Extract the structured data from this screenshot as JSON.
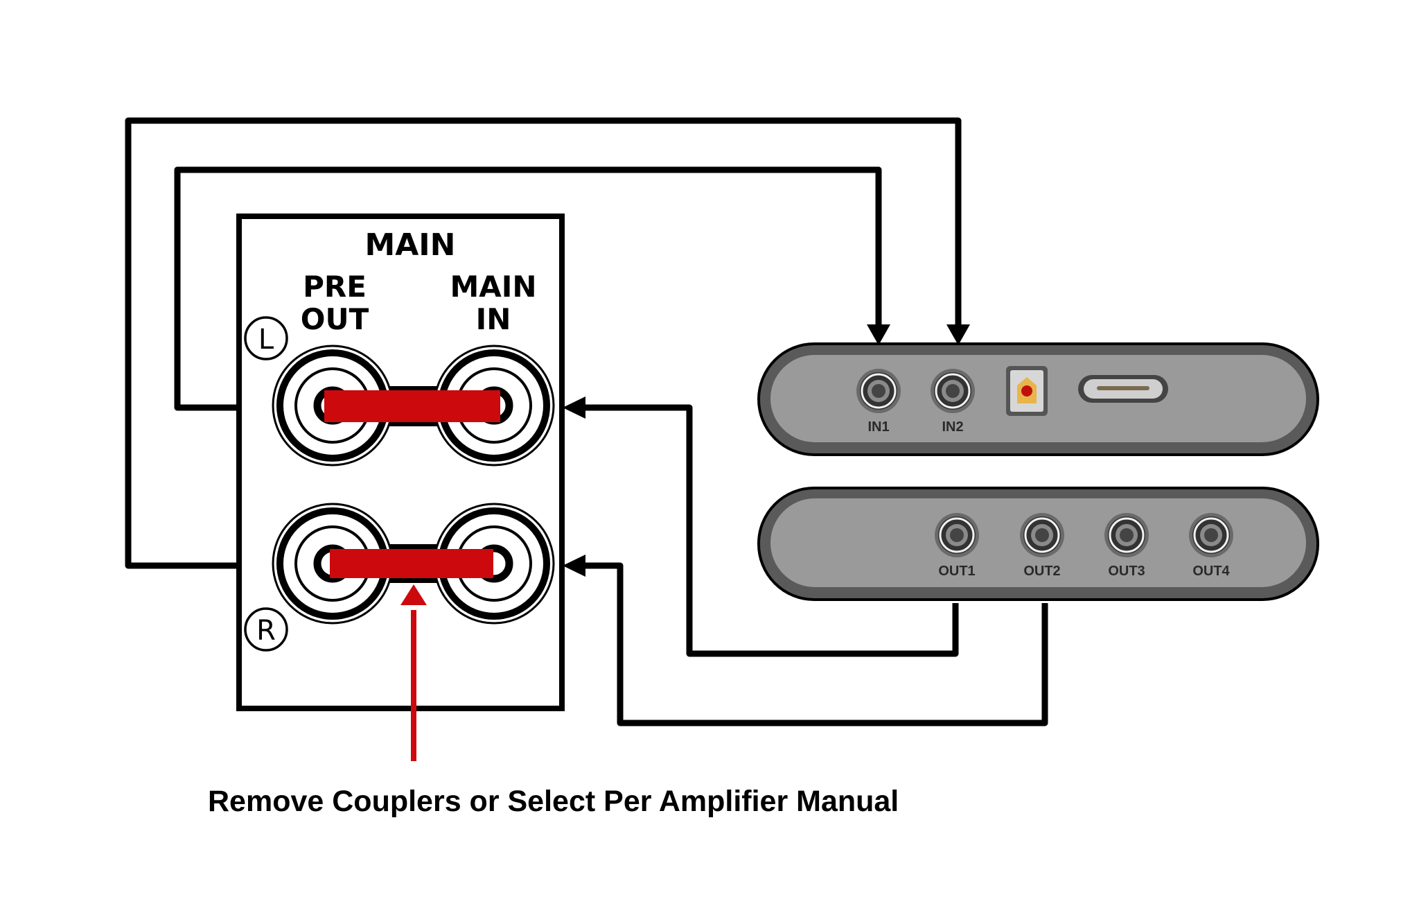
{
  "amplifier": {
    "title": "MAIN",
    "pre_out_label": [
      "PRE",
      "OUT"
    ],
    "main_in_label": [
      "MAIN",
      "IN"
    ],
    "channels": [
      {
        "id": "left",
        "label": "L"
      },
      {
        "id": "right",
        "label": "R"
      }
    ],
    "coupler_color": "#cc0a0e"
  },
  "input_device": {
    "ports": [
      {
        "id": "in1",
        "label": "IN1",
        "type": "rca"
      },
      {
        "id": "in2",
        "label": "IN2",
        "type": "rca"
      },
      {
        "id": "optical",
        "label": "",
        "type": "optical"
      },
      {
        "id": "usb-c",
        "label": "",
        "type": "usb-c"
      }
    ]
  },
  "output_device": {
    "ports": [
      {
        "id": "out1",
        "label": "OUT1",
        "type": "rca"
      },
      {
        "id": "out2",
        "label": "OUT2",
        "type": "rca"
      },
      {
        "id": "out3",
        "label": "OUT3",
        "type": "rca"
      },
      {
        "id": "out4",
        "label": "OUT4",
        "type": "rca"
      }
    ]
  },
  "connections": [
    {
      "from": "PRE OUT L",
      "to": "IN1"
    },
    {
      "from": "PRE OUT R",
      "to": "IN2"
    },
    {
      "from": "OUT1",
      "to": "MAIN IN L"
    },
    {
      "from": "OUT2",
      "to": "MAIN IN R"
    }
  ],
  "annotation": {
    "caption": "Remove Couplers or Select Per Amplifier Manual",
    "arrow_color": "#cc0a0e"
  }
}
